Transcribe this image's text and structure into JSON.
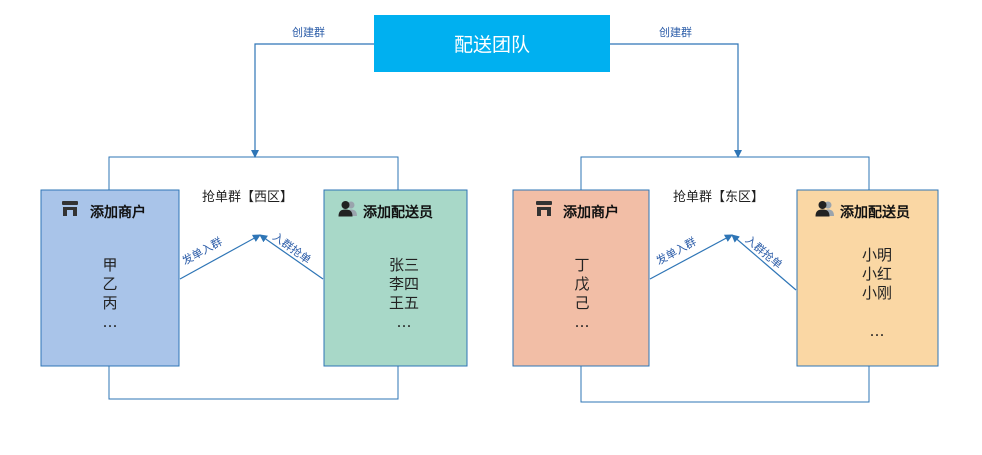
{
  "team": {
    "label": "配送团队"
  },
  "create_group_label": "创建群",
  "west": {
    "group_title": "抢单群【西区】",
    "merchant": {
      "title": "添加商户",
      "names": [
        "甲",
        "乙",
        "丙",
        "…"
      ]
    },
    "courier": {
      "title": "添加配送员",
      "names": [
        "张三",
        "李四",
        "王五",
        "…"
      ]
    },
    "arrow_merchant_label": "发单入群",
    "arrow_courier_label": "入群抢单"
  },
  "east": {
    "group_title": "抢单群【东区】",
    "merchant": {
      "title": "添加商户",
      "names": [
        "丁",
        "戊",
        "己",
        "…"
      ]
    },
    "courier": {
      "title": "添加配送员",
      "names": [
        "小明",
        "小红",
        "小刚",
        "",
        "…"
      ]
    },
    "arrow_merchant_label": "发单入群",
    "arrow_courier_label": "入群抢单"
  },
  "colors": {
    "team": "#00b0f0",
    "line": "#2e75b6",
    "merchant_west": "#a9c4e9",
    "courier_west": "#a8d8c8",
    "merchant_east": "#f2bea6",
    "courier_east": "#fad7a4"
  }
}
